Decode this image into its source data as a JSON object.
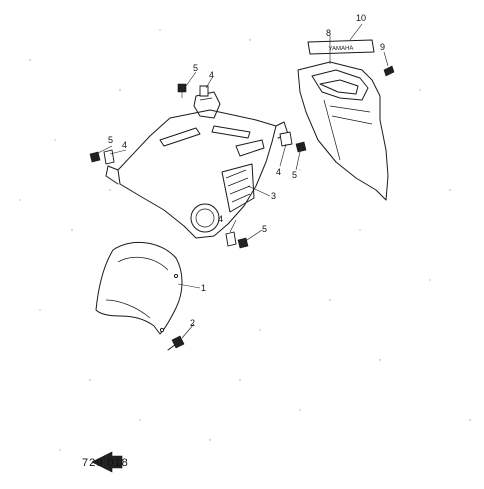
{
  "diagram": {
    "callouts": {
      "c1": "1",
      "c2": "2",
      "c3": "3",
      "c4a": "4",
      "c4b": "4",
      "c4c": "4",
      "c4d": "4",
      "c5a": "5",
      "c5b": "5",
      "c5c": "5",
      "c5d": "5",
      "c8": "8",
      "c9": "9",
      "c10": "10"
    },
    "emblem_text": "YAMAHA",
    "figure_code": "729 018"
  }
}
